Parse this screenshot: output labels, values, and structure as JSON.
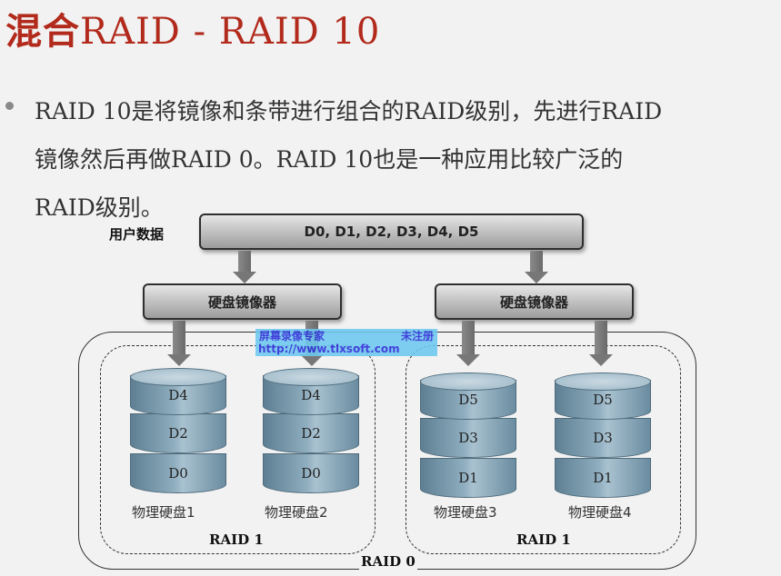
{
  "title": {
    "cn": "混合",
    "en": "RAID - RAID 10"
  },
  "paragraph": {
    "line1": "RAID 10是将镜像和条带进行组合的RAID级别，先进行RAID",
    "line2": "镜像然后再做RAID  0。RAID 10也是一种应用比较广泛的",
    "line3": "RAID级别。"
  },
  "diagram": {
    "user_data_label": "用户数据",
    "user_data_value": "D0, D1, D2, D3, D4, D5",
    "mirror_left": "硬盘镜像器",
    "mirror_right": "硬盘镜像器",
    "raid1_left": "RAID 1",
    "raid1_right": "RAID 1",
    "raid0": "RAID 0",
    "disks": [
      {
        "label": "物理硬盘1",
        "blocks": [
          "D4",
          "D2",
          "D0"
        ]
      },
      {
        "label": "物理硬盘2",
        "blocks": [
          "D4",
          "D2",
          "D0"
        ]
      },
      {
        "label": "物理硬盘3",
        "blocks": [
          "D5",
          "D3",
          "D1"
        ]
      },
      {
        "label": "物理硬盘4",
        "blocks": [
          "D5",
          "D3",
          "D1"
        ]
      }
    ]
  },
  "watermark": {
    "name": "屏幕录像专家",
    "status": "未注册",
    "url": "http://www.tlxsoft.com"
  }
}
